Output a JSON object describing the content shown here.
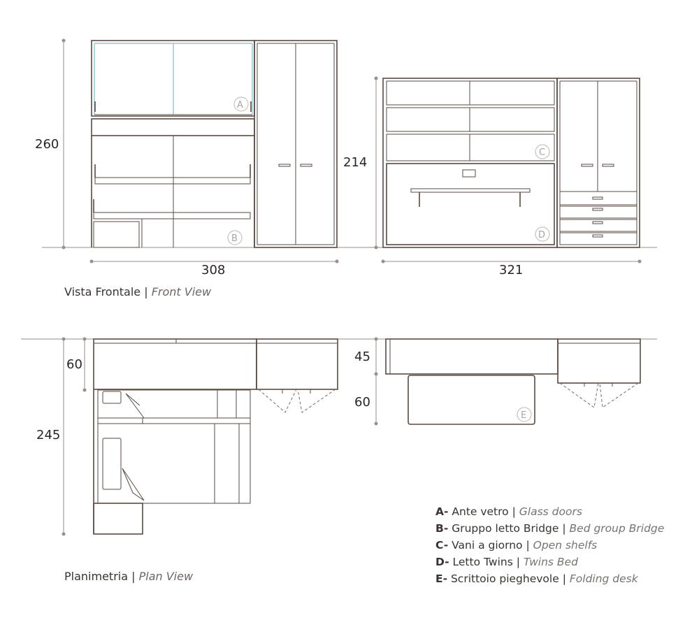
{
  "dimensions": {
    "front_height_left": "260",
    "front_width_left": "308",
    "front_height_right": "214",
    "front_width_right": "321",
    "plan_depth_top_left": "60",
    "plan_depth_total_left": "245",
    "plan_depth_top_right": "45",
    "plan_depth_desk_right": "60"
  },
  "markers": {
    "a": "A",
    "b": "B",
    "c": "C",
    "d": "D",
    "e": "E"
  },
  "captions": {
    "front_view_it": "Vista Frontale",
    "front_view_sep": "|",
    "front_view_en": "Front View",
    "plan_view_it": "Planimetria",
    "plan_view_sep": "|",
    "plan_view_en": "Plan View"
  },
  "legend": [
    {
      "code": "A-",
      "it": "Ante vetro",
      "sep": "|",
      "en": "Glass doors"
    },
    {
      "code": "B-",
      "it": "Gruppo letto Bridge",
      "sep": "|",
      "en": "Bed group Bridge"
    },
    {
      "code": "C-",
      "it": "Vani a giorno",
      "sep": "|",
      "en": "Open shelfs"
    },
    {
      "code": "D-",
      "it": "Letto Twins",
      "sep": "|",
      "en": "Twins Bed"
    },
    {
      "code": "E-",
      "it": "Scrittoio pieghevole",
      "sep": "|",
      "en": "Folding desk"
    }
  ]
}
